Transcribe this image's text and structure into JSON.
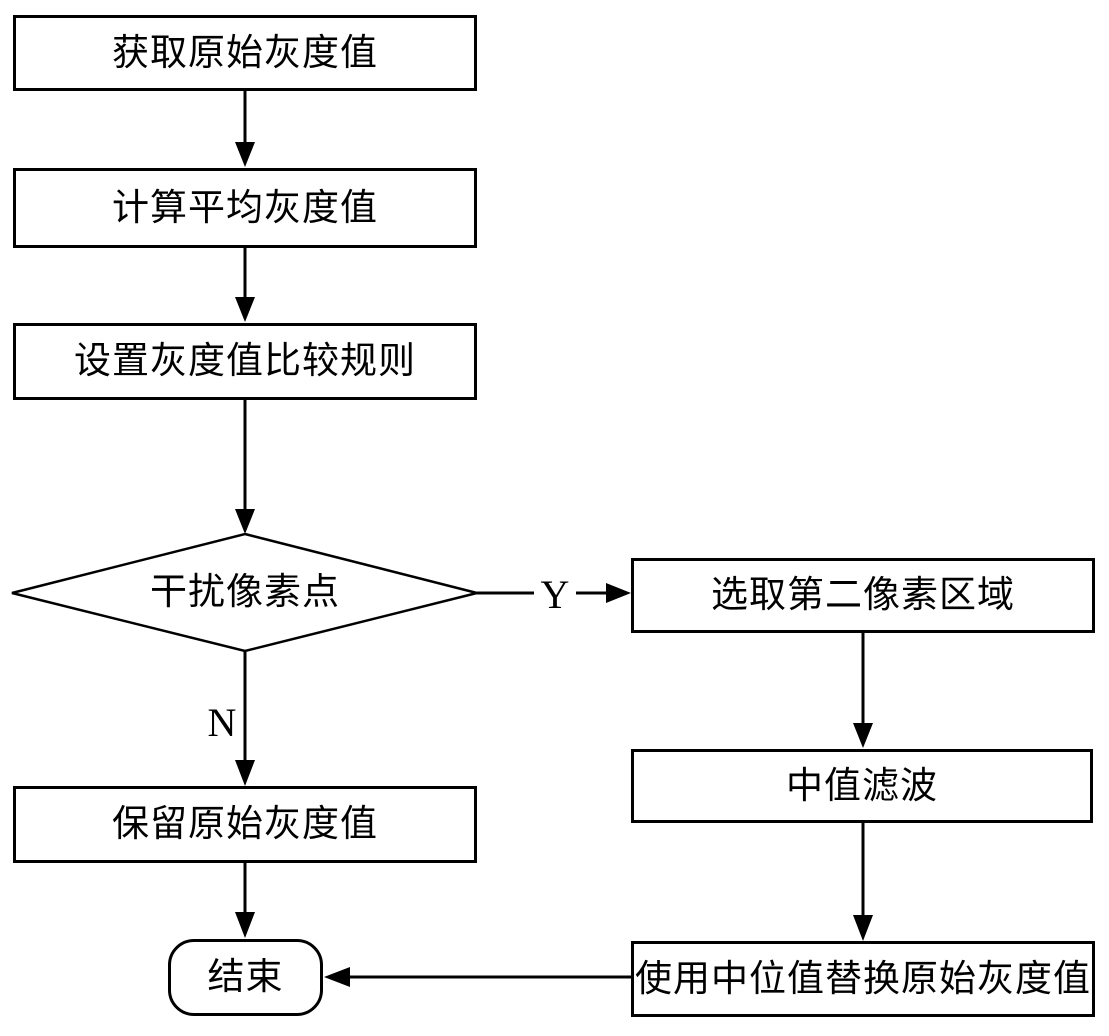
{
  "diagram": {
    "type": "flowchart",
    "colors": {
      "stroke": "#000000",
      "background": "#ffffff",
      "text": "#000000"
    },
    "nodes": {
      "get_original_gray": {
        "label": "获取原始灰度值",
        "shape": "rect"
      },
      "calc_average_gray": {
        "label": "计算平均灰度值",
        "shape": "rect"
      },
      "set_compare_rule": {
        "label": "设置灰度值比较规则",
        "shape": "rect"
      },
      "interference_pixel": {
        "label": "干扰像素点",
        "shape": "diamond"
      },
      "select_second_region": {
        "label": "选取第二像素区域",
        "shape": "rect"
      },
      "median_filter": {
        "label": "中值滤波",
        "shape": "rect"
      },
      "replace_with_median": {
        "label": "使用中位值替换原始灰度值",
        "shape": "rect"
      },
      "keep_original_gray": {
        "label": "保留原始灰度值",
        "shape": "rect"
      },
      "end": {
        "label": "结束",
        "shape": "terminator"
      }
    },
    "edges": {
      "yes_label": "Y",
      "no_label": "N",
      "list": [
        {
          "from": "get_original_gray",
          "to": "calc_average_gray",
          "label": ""
        },
        {
          "from": "calc_average_gray",
          "to": "set_compare_rule",
          "label": ""
        },
        {
          "from": "set_compare_rule",
          "to": "interference_pixel",
          "label": ""
        },
        {
          "from": "interference_pixel",
          "to": "select_second_region",
          "label": "Y"
        },
        {
          "from": "interference_pixel",
          "to": "keep_original_gray",
          "label": "N"
        },
        {
          "from": "select_second_region",
          "to": "median_filter",
          "label": ""
        },
        {
          "from": "median_filter",
          "to": "replace_with_median",
          "label": ""
        },
        {
          "from": "keep_original_gray",
          "to": "end",
          "label": ""
        },
        {
          "from": "replace_with_median",
          "to": "end",
          "label": ""
        }
      ]
    }
  }
}
